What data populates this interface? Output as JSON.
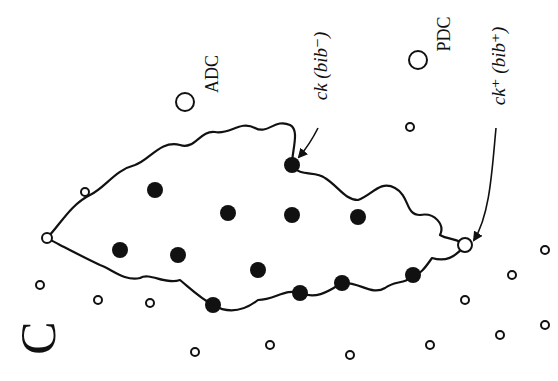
{
  "diagram": {
    "labels": [
      "C",
      "ADC",
      "PDC",
      "ck (bib⁻)",
      "ck⁺ (bib⁺)"
    ]
  }
}
